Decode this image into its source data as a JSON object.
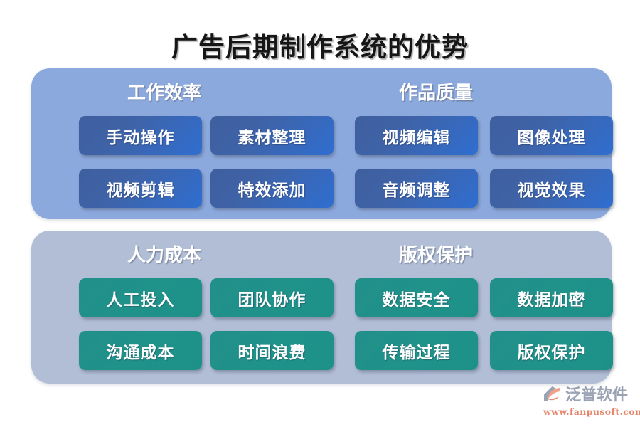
{
  "title": "广告后期制作系统的优势",
  "colors": {
    "panel_blue": "#8ca9dd",
    "panel_grey": "#b1bed6",
    "box_blue": "#3f63a8",
    "box_green": "#229188",
    "title_text": "#161616",
    "header_text": "#ffffff",
    "logo_text": "#9aa3b4",
    "logo_url": "#e4846a",
    "background": "#ffffff"
  },
  "panels": [
    {
      "id": "panel-blue",
      "theme": "blue",
      "columns": [
        {
          "header": "工作效率",
          "boxes": [
            "手动操作",
            "素材整理",
            "视频剪辑",
            "特效添加"
          ]
        },
        {
          "header": "作品质量",
          "boxes": [
            "视频编辑",
            "图像处理",
            "音频调整",
            "视觉效果"
          ]
        }
      ]
    },
    {
      "id": "panel-grey",
      "theme": "green",
      "columns": [
        {
          "header": "人力成本",
          "boxes": [
            "人工投入",
            "团队协作",
            "沟通成本",
            "时间浪费"
          ]
        },
        {
          "header": "版权保护",
          "boxes": [
            "数据安全",
            "数据加密",
            "传输过程",
            "版权保护"
          ]
        }
      ]
    }
  ],
  "logo": {
    "icon": "fanpu-logo-icon",
    "brand": "泛普软件",
    "url": "www.fanpusoft.com"
  }
}
